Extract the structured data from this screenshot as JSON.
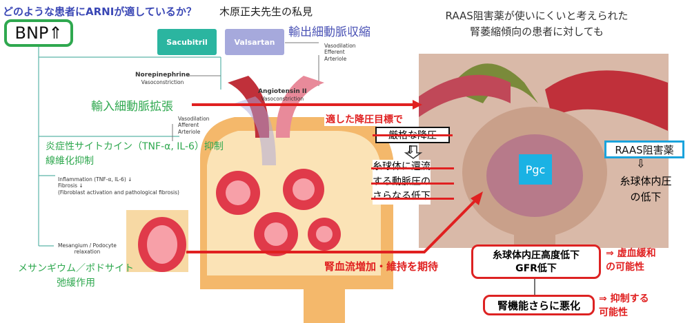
{
  "header": {
    "question": "どのような患者にARNIが適しているか？",
    "opinion": "木原正夫先生の私見"
  },
  "bnp": "BNP⇑",
  "drugs": {
    "sacubitril": "Sacubitril",
    "valsartan": "Valsartan"
  },
  "efferent": "輸出細動脈収縮",
  "right_title": [
    "RAAS阻害薬が使いにくいと考えられた",
    "腎萎縮傾向の患者に対しても"
  ],
  "diagram_labels": {
    "vasodilation_efferent": [
      "Vasodilation",
      "Efferent",
      "Arteriole"
    ],
    "norepinephrine": "Norepinephrine",
    "norepinephrine_sub": "Vasoconstriction",
    "angiotensin": "Angiotensin II",
    "angiotensin_sub": "Vasoconstriction",
    "vasodilation_afferent": [
      "Vasodilation",
      "Afferent",
      "Arteriole"
    ],
    "inflammation": [
      "Inflammation (TNF-α, IL-6) ↓",
      "Fibrosis ↓",
      "(Fibroblast activation and pathological fibrosis)"
    ],
    "mesangium": [
      "Mesangium / Podocyte",
      "relaxation"
    ]
  },
  "afferent": "輸入細動脈拡張",
  "cytokine": [
    "炎症性サイトカイン（TNF-α, IL-6）抑制",
    "線維化抑制"
  ],
  "mesangium_jp": [
    "メサンギウム／ポドサイト",
    "弛緩作用"
  ],
  "bp_target": "適した降圧目標で",
  "strict_bp": "厳格な降圧",
  "struck_lines": [
    "糸球体に還流",
    "する動脈圧の",
    "さらなる低下"
  ],
  "renal_flow": "腎血流増加・維持を期待",
  "pgc": "Pgc",
  "raas_box": "RAAS阻害薬",
  "raas_result": [
    "糸球体内圧",
    "の低下"
  ],
  "outcome1": [
    "糸球体内圧高度低下",
    "GFR低下"
  ],
  "outcome1_note": [
    "⇒ 虚血緩和",
    "の可能性"
  ],
  "outcome2": "腎機能さらに悪化",
  "outcome2_note": [
    "⇒ 抑制する",
    "可能性"
  ],
  "arrows_down": "⇩"
}
